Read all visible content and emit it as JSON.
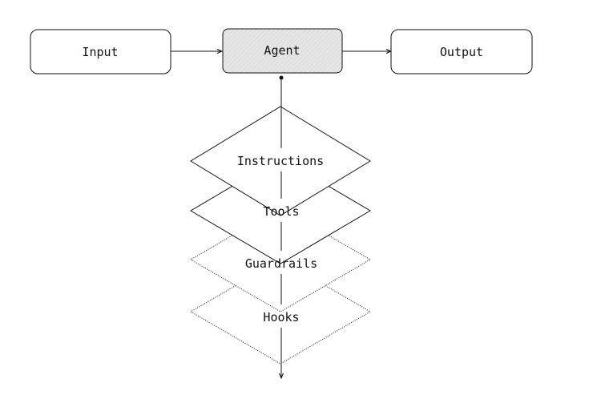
{
  "diagram": {
    "nodes": {
      "input": "Input",
      "agent": "Agent",
      "output": "Output"
    },
    "layers": [
      {
        "label": "Instructions",
        "style": "solid"
      },
      {
        "label": "Tools",
        "style": "solid"
      },
      {
        "label": "Guardrails",
        "style": "dotted"
      },
      {
        "label": "Hooks",
        "style": "dotted"
      }
    ],
    "colors": {
      "stroke": "#111111",
      "agent_fill": "#e6e6e6",
      "agent_hatch": "#c8c8c8",
      "background": "#ffffff"
    }
  }
}
